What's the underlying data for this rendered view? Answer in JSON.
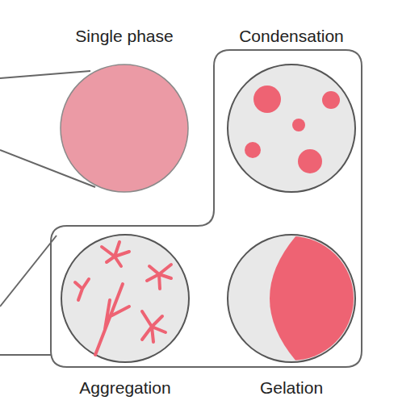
{
  "diagram": {
    "nodes": [
      {
        "text": [
          "Single phase"
        ]
      },
      {
        "text": [
          "Condensation"
        ]
      },
      {
        "text": [
          "Aggregation"
        ]
      },
      {
        "text": [
          "Gelation"
        ]
      }
    ]
  }
}
